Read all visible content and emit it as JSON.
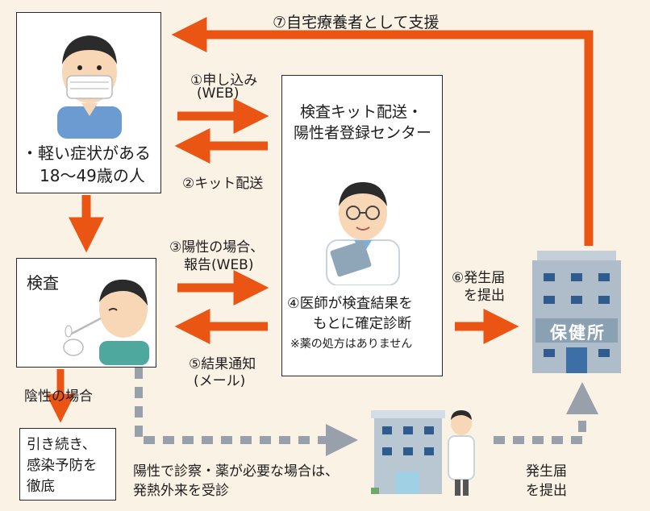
{
  "colors": {
    "background": "#fbf2e6",
    "arrow_orange": "#ea5514",
    "dashed_gray": "#98a0ac",
    "box_border": "#2a2a2a"
  },
  "top_label": "⑦自宅療養者として支援",
  "person_box": {
    "line1": "・軽い症状がある",
    "line2": "18〜49歳の人"
  },
  "step1": {
    "line1": "①申し込み",
    "line2": "(WEB)"
  },
  "step2": "②キット配送",
  "center_box": {
    "title1": "検査キット配送・",
    "title2": "陽性者登録センター",
    "doctor_line1": "④医師が検査結果を",
    "doctor_line2": "もとに確定診断",
    "note": "※薬の処方はありません"
  },
  "step3": {
    "line1": "③陽性の場合、",
    "line2": "報告(WEB)"
  },
  "step5": {
    "line1": "⑤結果通知",
    "line2": "(メール)"
  },
  "test_box": {
    "label": "検査"
  },
  "step6": {
    "line1": "⑥発生届",
    "line2": "を提出"
  },
  "health_center": {
    "sign": "保健所"
  },
  "negative": {
    "label": "陰性の場合",
    "box_line1": "引き続き、",
    "box_line2": "感染予防を",
    "box_line3": "徹底"
  },
  "positive_visit": {
    "line1": "陽性で診察・薬が必要な場合は、",
    "line2": "発熱外来を受診"
  },
  "clinic_report": {
    "line1": "発生届",
    "line2": "を提出"
  }
}
